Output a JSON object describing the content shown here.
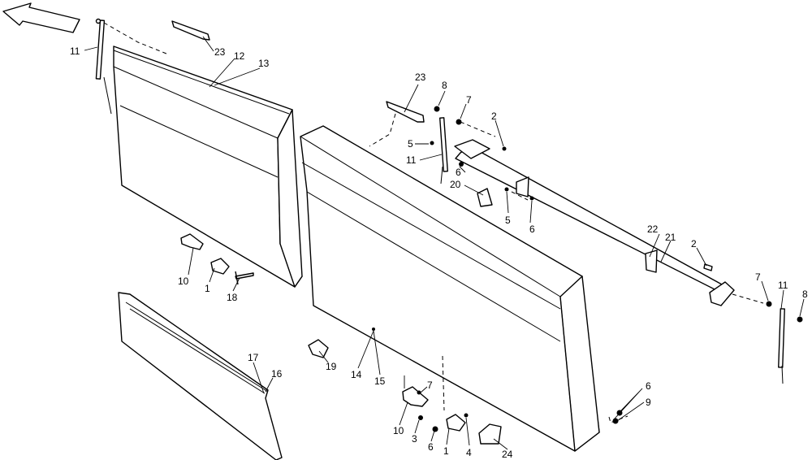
{
  "callouts": [
    {
      "id": "c11a",
      "text": "11"
    },
    {
      "id": "c23a",
      "text": "23"
    },
    {
      "id": "c12",
      "text": "12"
    },
    {
      "id": "c13",
      "text": "13"
    },
    {
      "id": "c23b",
      "text": "23"
    },
    {
      "id": "c8a",
      "text": "8"
    },
    {
      "id": "c7a",
      "text": "7"
    },
    {
      "id": "c2a",
      "text": "2"
    },
    {
      "id": "c5a",
      "text": "5"
    },
    {
      "id": "c11b",
      "text": "11"
    },
    {
      "id": "c6a",
      "text": "6"
    },
    {
      "id": "c20",
      "text": "20"
    },
    {
      "id": "c5b",
      "text": "5"
    },
    {
      "id": "c6b",
      "text": "6"
    },
    {
      "id": "c22",
      "text": "22"
    },
    {
      "id": "c21",
      "text": "21"
    },
    {
      "id": "c2b",
      "text": "2"
    },
    {
      "id": "c7b",
      "text": "7"
    },
    {
      "id": "c11c",
      "text": "11"
    },
    {
      "id": "c8b",
      "text": "8"
    },
    {
      "id": "c10a",
      "text": "10"
    },
    {
      "id": "c1a",
      "text": "1"
    },
    {
      "id": "c18",
      "text": "18"
    },
    {
      "id": "c17",
      "text": "17"
    },
    {
      "id": "c16",
      "text": "16"
    },
    {
      "id": "c19",
      "text": "19"
    },
    {
      "id": "c14",
      "text": "14"
    },
    {
      "id": "c15",
      "text": "15"
    },
    {
      "id": "c7c",
      "text": "7"
    },
    {
      "id": "c10b",
      "text": "10"
    },
    {
      "id": "c3",
      "text": "3"
    },
    {
      "id": "c6c",
      "text": "6"
    },
    {
      "id": "c1b",
      "text": "1"
    },
    {
      "id": "c4",
      "text": "4"
    },
    {
      "id": "c24",
      "text": "24"
    },
    {
      "id": "c6d",
      "text": "6"
    },
    {
      "id": "c9",
      "text": "9"
    }
  ]
}
